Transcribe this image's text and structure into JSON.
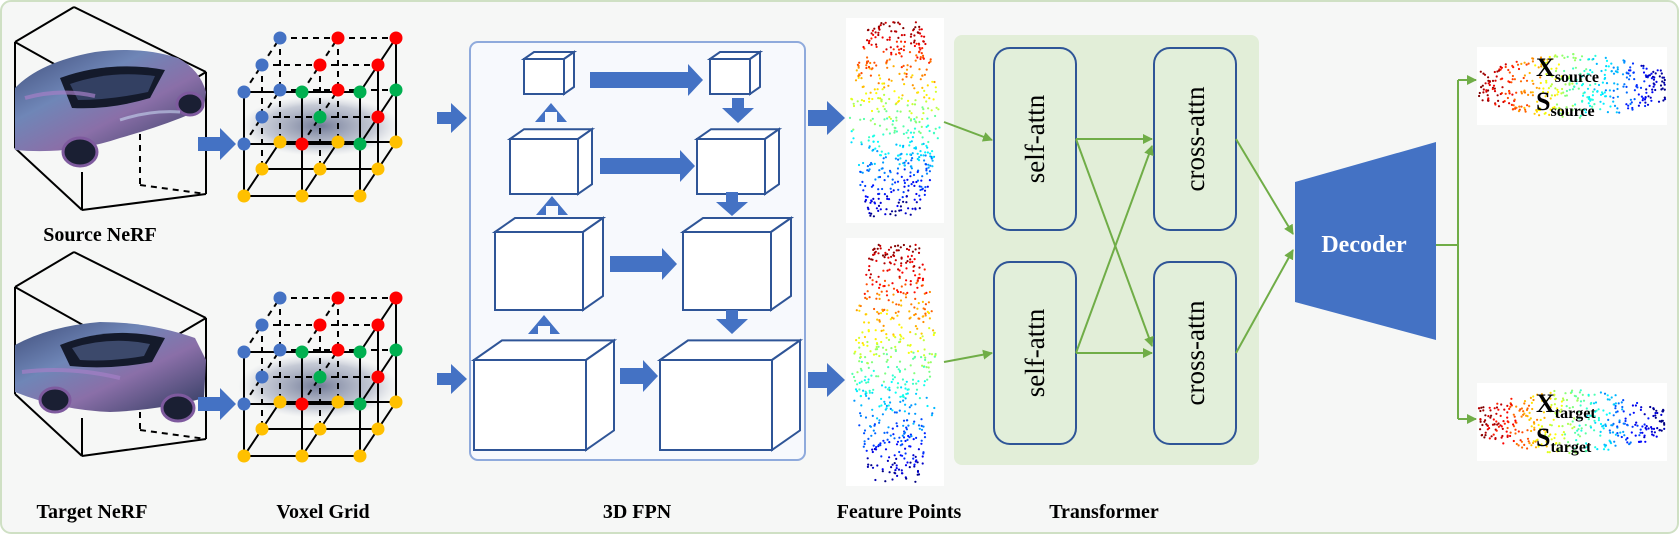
{
  "labels": {
    "source_nerf": "Source NeRF",
    "target_nerf": "Target NeRF",
    "voxel_grid": "Voxel Grid",
    "fpn": "3D FPN",
    "feature_points": "Feature Points",
    "transformer": "Transformer"
  },
  "blocks": {
    "self_attn_top": "self-attn",
    "self_attn_bottom": "self-attn",
    "cross_attn_top": "cross-attn",
    "cross_attn_bottom": "cross-attn",
    "decoder": "Decoder"
  },
  "outputs": {
    "source": {
      "x_main": "X",
      "x_sub": "source",
      "s_main": "S",
      "s_sub": "source"
    },
    "target": {
      "x_main": "X",
      "x_sub": "target",
      "s_main": "S",
      "s_sub": "target"
    }
  },
  "colors": {
    "arrow_blue": "#4472c4",
    "arrow_green": "#70ad47",
    "transformer_bg": "#e2eed8",
    "attn_fill": "#e2efda",
    "attn_stroke": "#2f5597",
    "decoder": "#4472c4",
    "fpn_stroke": "#8faadc",
    "cube_stroke": "#2f5597",
    "voxel_red": "#ff0000",
    "voxel_green": "#00b050",
    "voxel_blue": "#4472c4",
    "voxel_yellow": "#ffc000",
    "car_body": "#5b6b9e"
  }
}
